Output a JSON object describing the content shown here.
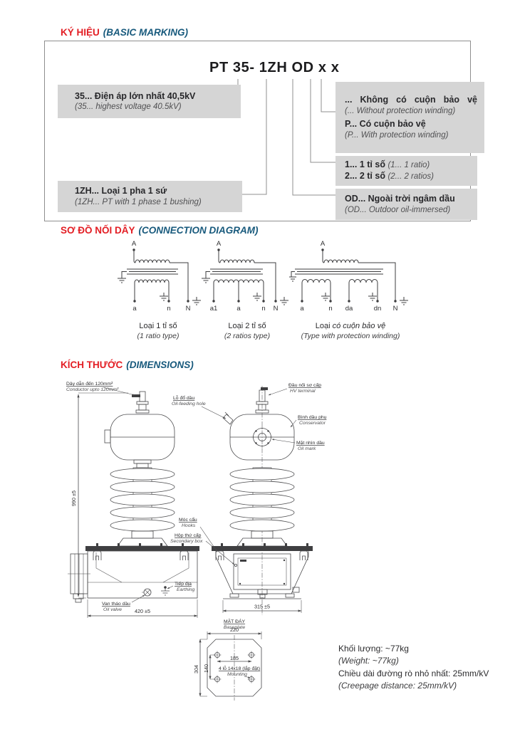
{
  "marking": {
    "heading_vi": "KÝ HIỆU",
    "heading_en": "(BASIC MARKING)",
    "code": "PT 35- 1ZH OD x x",
    "voltage_vi": "35... Điện áp lớn nhất 40,5kV",
    "voltage_en": "(35... highest voltage 40.5kV)",
    "type_vi": "1ZH... Loại 1 pha 1 sứ",
    "type_en": "(1ZH... PT with 1 phase 1 bushing)",
    "prot_none_vi": "... Không có cuộn bảo vệ",
    "prot_none_en": "(... Without protection winding)",
    "prot_with_vi": "P... Có cuộn bảo vệ",
    "prot_with_en": "(P... With protection winding)",
    "ratio1_vi": "1... 1 tỉ số",
    "ratio1_en": "(1... 1 ratio)",
    "ratio2_vi": "2... 2 tỉ số",
    "ratio2_en": "(2... 2 ratios)",
    "outdoor_vi": "OD... Ngoài trời ngâm dầu",
    "outdoor_en": "(OD... Outdoor oil-immersed)"
  },
  "connection": {
    "heading_vi": "SƠ ĐỒ NỐI DÂY",
    "heading_en": "(CONNECTION DIAGRAM)",
    "d1": {
      "A": "A",
      "a": "a",
      "n": "n",
      "N": "N",
      "label_vi": "Loại 1 tỉ số",
      "label_en": "(1 ratio type)"
    },
    "d2": {
      "A": "A",
      "a1": "a1",
      "a": "a",
      "n": "n",
      "N": "N",
      "label_vi": "Loại 2 tỉ số",
      "label_en": "(2 ratios type)"
    },
    "d3": {
      "A": "A",
      "a": "a",
      "n": "n",
      "da": "da",
      "dn": "dn",
      "N": "N",
      "label_vi": "Loại",
      "label_vi2": "có cuộn bảo vệ",
      "label_en": "(Type with protection winding)"
    }
  },
  "dimensions": {
    "heading_vi": "KÍCH THƯỚC",
    "heading_en": "(DIMENSIONS)",
    "conductor_vi": "Dây dẫn đến 120mm²",
    "conductor_en": "Conductor upto 120mm²",
    "oil_hole_vi": "Lỗ đổ dầu",
    "oil_hole_en": "Oil-feeding hole",
    "hv_vi": "Đầu nối sơ cấp",
    "hv_en": "HV terminal",
    "conservator_vi": "Bình dầu phụ",
    "conservator_en": "Conservator",
    "oil_mark_vi": "Mặt nhìn dầu",
    "oil_mark_en": "Oil mark",
    "hooks_vi": "Móc cẩu",
    "hooks_en": "Hooks",
    "secbox_vi": "Hộp thứ cấp",
    "secbox_en": "Secondary box",
    "earthing_vi": "Tiếp địa",
    "earthing_en": "Earthing",
    "valve_vi": "Van tháo dầu",
    "valve_en": "Oil valve",
    "baseplate_vi": "MẶT ĐÁY",
    "baseplate_en": "Baseplate",
    "mounting_vi": "4 lỗ 14x18 (lắp đặt)",
    "mounting_en": "Mounting",
    "dim_height": "990 ±5",
    "dim_width_front": "420 ±5",
    "dim_width_side": "315 ±5",
    "dim_base_width": "220",
    "dim_hole_span_h": "185",
    "dim_hole_span_v": "140",
    "dim_base_depth": "304"
  },
  "notes": {
    "weight_vi": "Khối lượng: ~77kg",
    "weight_en": "(Weight: ~77kg)",
    "creepage_vi": "Chiều dài đường rò nhỏ nhất: 25mm/kV",
    "creepage_en": "(Creepage distance: 25mm/kV)"
  },
  "colors": {
    "accent_red": "#e31e24",
    "accent_blue": "#17597c",
    "box_gray": "#d5d5d5"
  }
}
